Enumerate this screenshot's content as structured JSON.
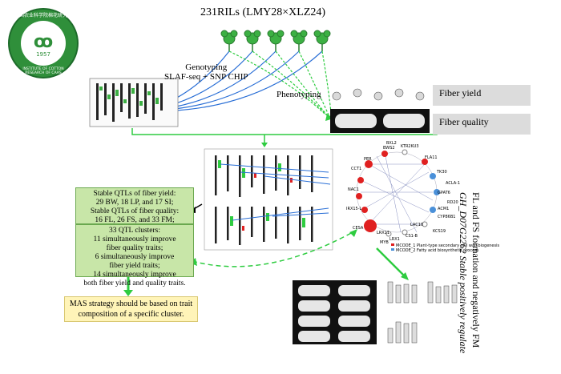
{
  "logo": {
    "cn_text": "中国农业科学院棉花研究所",
    "en_text": "INSTITUTE OF COTTON RESEARCH OF CAAS",
    "year": "1957"
  },
  "population": "231RILs (LMY28×XLZ24)",
  "genotyping": {
    "line1": "Genotyping",
    "line2": "SLAF-seq + SNP CHIP"
  },
  "phenotyping": "Phenotyping",
  "traits": {
    "fiber_yield": "Fiber yield",
    "fiber_quality": "Fiber quality"
  },
  "qtl_yield": {
    "l1": "Stable QTLs of fiber yield:",
    "l2": "29 BW, 18 LP, and 17 SI;",
    "l3": "Stable QTLs of fiber quality:",
    "l4": "16 FL, 26 FS, and 33 FM;"
  },
  "qtl_clusters": {
    "l1": "33 QTL clusters:",
    "l2": "11 simultaneously improve",
    "l3": "fiber quality traits;",
    "l4": "6 simultaneously improve",
    "l5": "fiber yield traits;",
    "l6": "14 simultaneously improve",
    "l7": "both fiber yield and quality traits."
  },
  "mas": {
    "l1": "MAS strategy should be based on trait",
    "l2": "composition of a specific cluster."
  },
  "conclusion": {
    "l1": "GH_D07G2262 Stable positively regulate",
    "l2": "FL and FS formation and negatively FM"
  },
  "network": {
    "nodes": [
      "BWS2",
      "KTR2KU3",
      "FLA11",
      "TK30",
      "ACLA-1",
      "GPAT6",
      "ACM1",
      "CYP86B1",
      "RD20",
      "KCS19",
      "LAC10",
      "CS1-B",
      "LRX1",
      "LRX11",
      "CESA",
      "BXL2",
      "IRX15-L",
      "MYB",
      "CCT1",
      "PER",
      "NAC1"
    ],
    "legend": [
      "MCODE_1 Plant-type secondary cell wall biogenesis",
      "MCODE_2 Fatty acid biosynthetic process"
    ]
  },
  "colors": {
    "green": "#2ecc40",
    "blue": "#2a6fd6",
    "red": "#e02020",
    "node_blue": "#4a90d9"
  }
}
